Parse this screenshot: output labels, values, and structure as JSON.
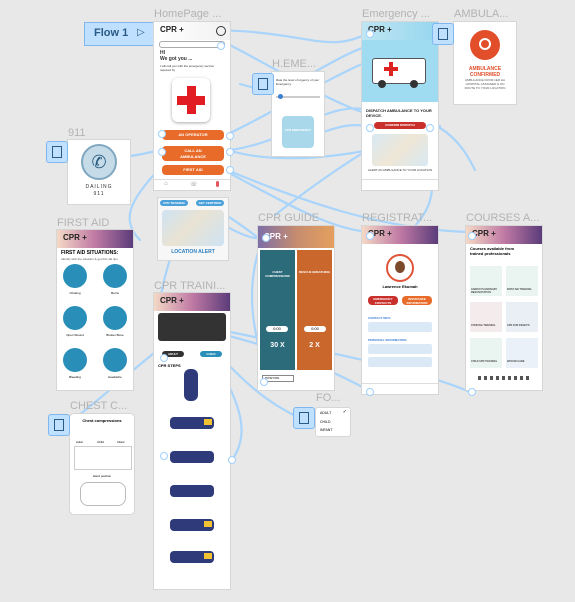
{
  "flow": {
    "label": "Flow 1"
  },
  "frames": {
    "home": "HomePage ...",
    "emergency": "Emergency ...",
    "ambulance": "AMBULA...",
    "home_emergency": "H.EME...",
    "f911": "911",
    "first_aid": "FIRST AID",
    "cpr_training": "CPR TRAINI...",
    "cpr_guide": "CPR GUIDE",
    "registration": "REGISTRAT...",
    "courses": "COURSES A...",
    "chest": "CHEST C...",
    "fo": "FO..."
  },
  "app": {
    "logo": "CPR +"
  },
  "home": {
    "hi": "HI",
    "we_got_you": "We got you ...",
    "note": "I will call you with the emergency service required by",
    "btn_operator": "AN OPERATOR",
    "btn_call_line1": "CALL AN",
    "btn_call_line2": "AMBULANCE",
    "btn_first_aid": "FIRST AID",
    "chip_left": "CPR TRAINING",
    "chip_right": "GET CERTIFIED",
    "location_alert": "LOCATION ALERT"
  },
  "emergency": {
    "dispatch_text": "DISPATCH AMBULANCE TO YOUR DEVICE.",
    "confirm_btn": "CONFIRM DISPATCH",
    "alert_text": "ALERT AN AMBULANCE TO YOUR LOCATION"
  },
  "ambulance": {
    "confirmed": "AMBULANCE CONFIRMED",
    "note": "AMBULANCE FROM 1ER HA HOSPITAL ASSIGNED & ON ROUTE TO YOUR LOCATION"
  },
  "home_emergency": {
    "prompt": "Rate the level of urgency of your Emergency",
    "btn": "CPR EMERGENCY"
  },
  "f911": {
    "label_line1": "DAILING",
    "label_line2": "911"
  },
  "first_aid": {
    "title": "FIRST AID SITUATIONS:",
    "sub": "Identify with the situation & get first aid tips",
    "items": [
      "Choking",
      "Burns",
      "Open Wound",
      "Broken Bone",
      "Bleeding",
      "Headache"
    ]
  },
  "cpr_guide": {
    "left_title": "CHEST COMPRESSIONS",
    "right_title": "RESCUE BREATHING",
    "left_count": "30 X",
    "right_count": "2 X",
    "left_time": "0:00",
    "right_time": "0:00",
    "bottom": "POSITION"
  },
  "cpr_training": {
    "chip_left": "ADULT",
    "chip_right": "CHILD",
    "steps_title": "CPR STEPS"
  },
  "registration": {
    "name": "Lawrence Ekumah",
    "tab_left": "EMERGENCY CONTACTS",
    "tab_right": "INSURANCE INFORMATION",
    "section1": "CONTACT INFO",
    "section2": "PERSONAL INFORMATION"
  },
  "courses": {
    "title": "Courses available from trained professionals",
    "cards": [
      "CARDIO PULMONARY RESUSCITATION",
      "FIRST AID TRAINING",
      "CHOKING TRAINING",
      "CPR FOR INFANTS",
      "CHILD CPR TRAINING",
      "WOUND CARE"
    ]
  },
  "chest": {
    "title": "Chest compressions",
    "headers": [
      "Adult",
      "Child",
      "Infant"
    ],
    "foot": "Hand position"
  },
  "dropdown": {
    "options": [
      "ADULT",
      "CHILD",
      "INFANT"
    ],
    "selected": "ADULT"
  }
}
